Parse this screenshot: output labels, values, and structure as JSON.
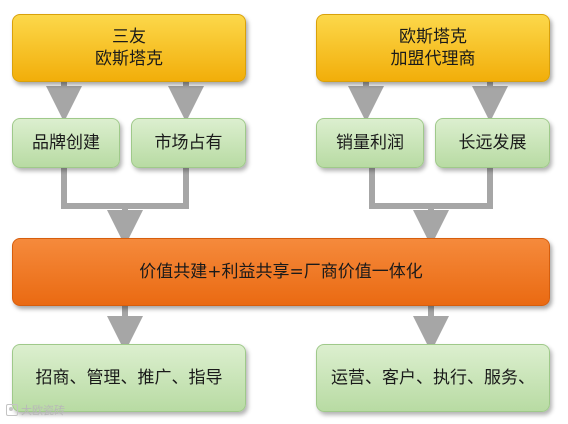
{
  "top_left": {
    "line1": "三友",
    "line2": "欧斯塔克"
  },
  "top_right": {
    "line1": "欧斯塔克",
    "line2": "加盟代理商"
  },
  "mid_nodes": [
    "品牌创建",
    "市场占有",
    "销量利润",
    "长远发展"
  ],
  "center": "价值共建+利益共享=厂商价值一体化",
  "bottom_left": "招商、管理、推广、指导",
  "bottom_right": "运营、客户、执行、服务、",
  "watermark": "大欧瓷砖",
  "colors": {
    "yellow_box": "#f7c325",
    "green_box": "#c6e3b4",
    "orange_box": "#ee7420",
    "connector": "#a6a6a6"
  }
}
